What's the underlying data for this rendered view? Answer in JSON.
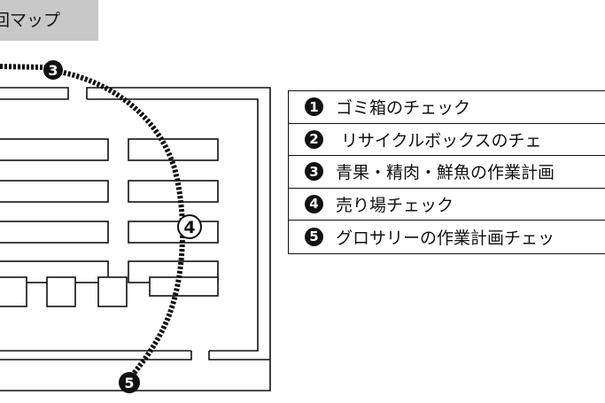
{
  "title": "回マップ",
  "map_labels": [
    "3",
    "4",
    "5"
  ],
  "legend": [
    {
      "num": "1",
      "label": "ゴミ箱のチェック"
    },
    {
      "num": "2",
      "label": " リサイクルボックスのチェ"
    },
    {
      "num": "3",
      "label": "青果・精肉・鮮魚の作業計画"
    },
    {
      "num": "4",
      "label": "売り場チェック"
    },
    {
      "num": "5",
      "label": "グロサリーの作業計画チェッ"
    }
  ],
  "colors": {
    "ink": "#111111",
    "tab": "#c8c8c8"
  }
}
